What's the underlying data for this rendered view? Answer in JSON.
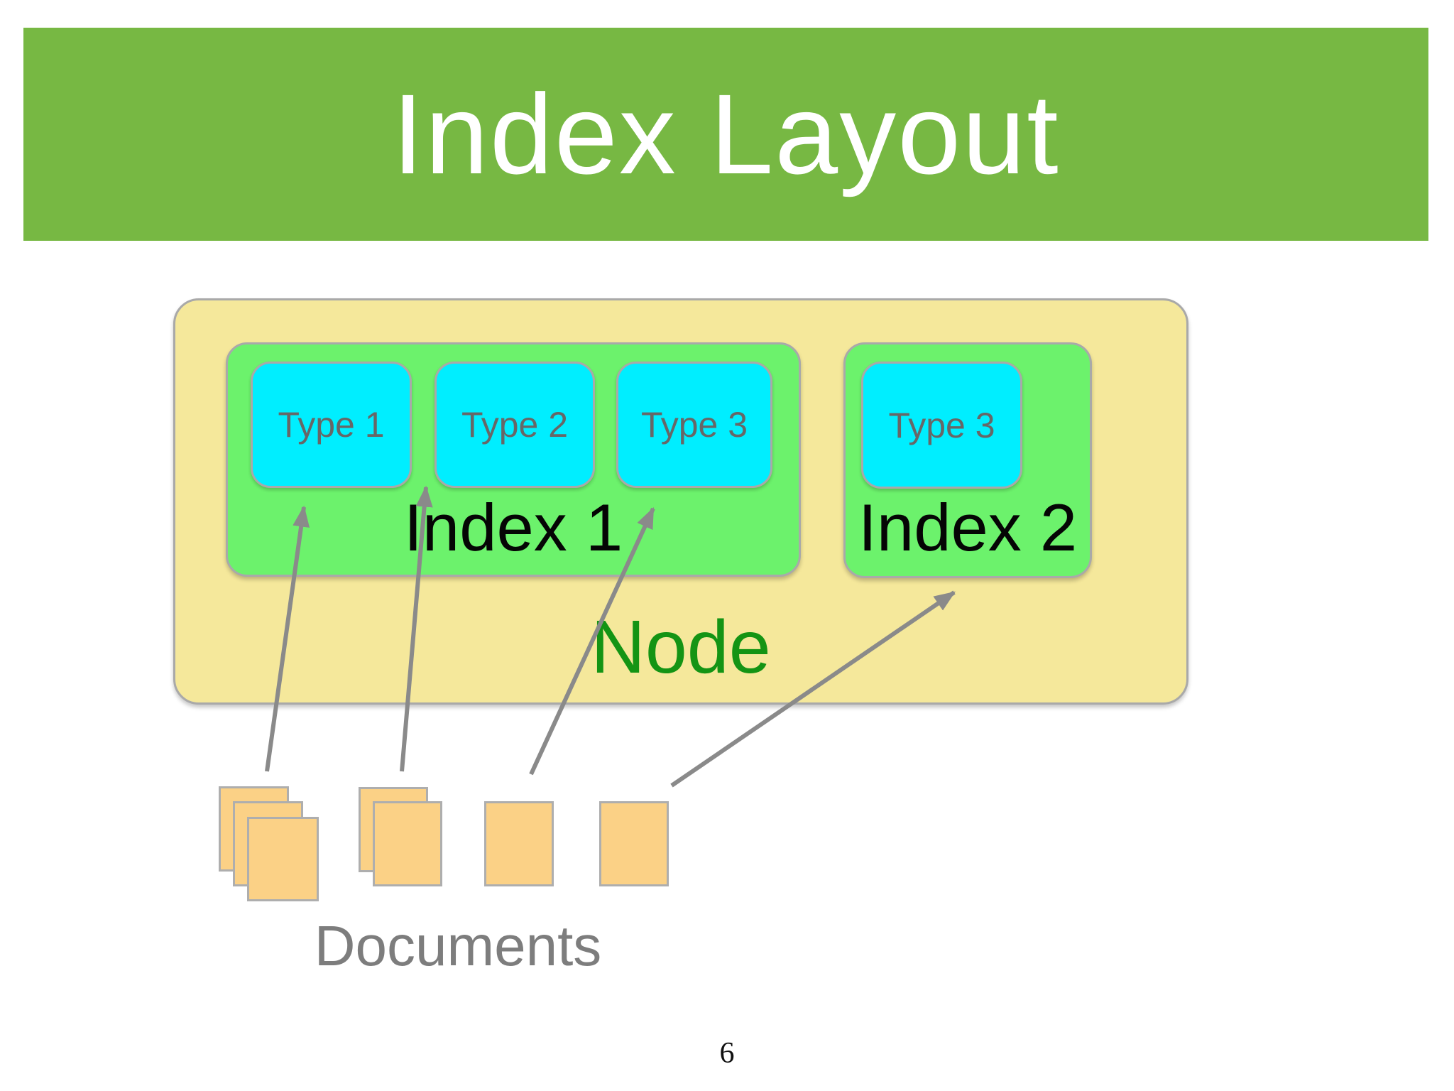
{
  "slide": {
    "title": "Index Layout",
    "page_number": "6"
  },
  "diagram": {
    "node_label": "Node",
    "indexes": [
      {
        "label": "Index 1",
        "types": [
          "Type 1",
          "Type 2",
          "Type 3"
        ]
      },
      {
        "label": "Index 2",
        "types": [
          "Type 3"
        ]
      }
    ],
    "documents_label": "Documents"
  },
  "colors": {
    "banner_green": "#77b843",
    "title_text": "#ffffff",
    "node_yellow": "#f5e89b",
    "index_green": "#6cf26c",
    "type_cyan": "#00eeff",
    "doc_orange": "#fbd186",
    "border_gray": "#a9a9a9",
    "arrow_gray": "#8a8a8a",
    "node_text_green": "#149414",
    "type_text": "#676767",
    "documents_text": "#7d7d7d"
  }
}
